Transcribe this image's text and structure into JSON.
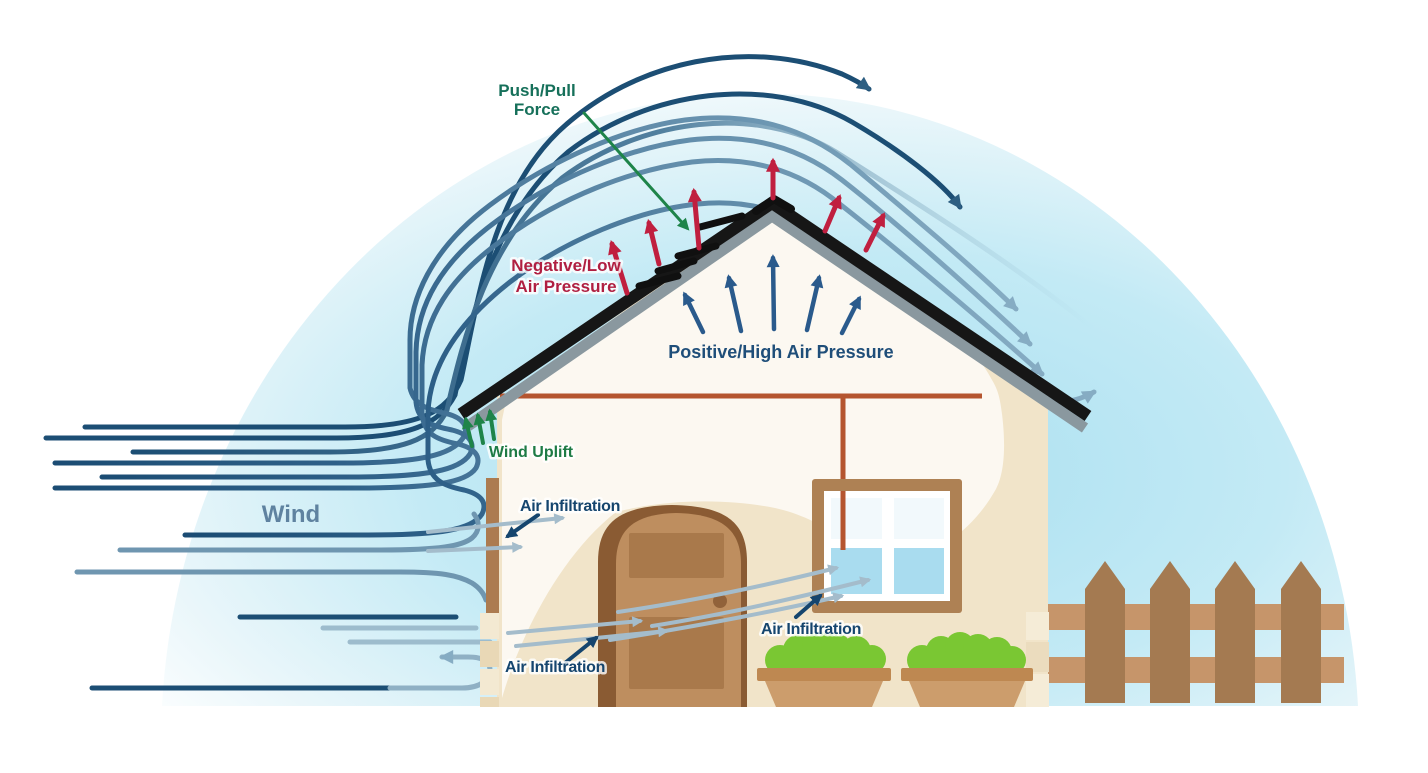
{
  "title": "Wind forces on a house diagram",
  "labels": {
    "push_pull": {
      "line1": "Push/Pull",
      "line2": "Force"
    },
    "negative_pressure": {
      "line1": "Negative/Low",
      "line2": "Air Pressure"
    },
    "positive_pressure": "Positive/High Air Pressure",
    "wind_uplift": "Wind Uplift",
    "wind": "Wind",
    "air_infiltration_wall": "Air Infiltration",
    "air_infiltration_door": "Air Infiltration",
    "air_infiltration_window": "Air Infiltration"
  },
  "colors": {
    "push_pull_text": "#16705A",
    "negative_text": "#B01F41",
    "positive_text": "#1F4E79",
    "wind_uplift_text": "#1E7B45",
    "wind_text": "#5F82A0",
    "air_infiltration_text": "#15456E",
    "streamline_dark": "#1C4E74",
    "streamline_light": "#86ACC3",
    "red_arrows": "#C01F3F",
    "blue_arrows": "#2A5A8C",
    "green_arrows": "#1E8449",
    "infiltration_arrows": "#A4BCCB",
    "dome_fill": "#A9DFF0",
    "wall_fill": "#F1E4C9",
    "interior_fill": "#FCF8F1",
    "roof_color": "#161616",
    "trim_color": "#B5552F",
    "door_fill": "#BE8E5F",
    "fence_fill": "#A47A51",
    "bush_fill": "#7AC733"
  }
}
